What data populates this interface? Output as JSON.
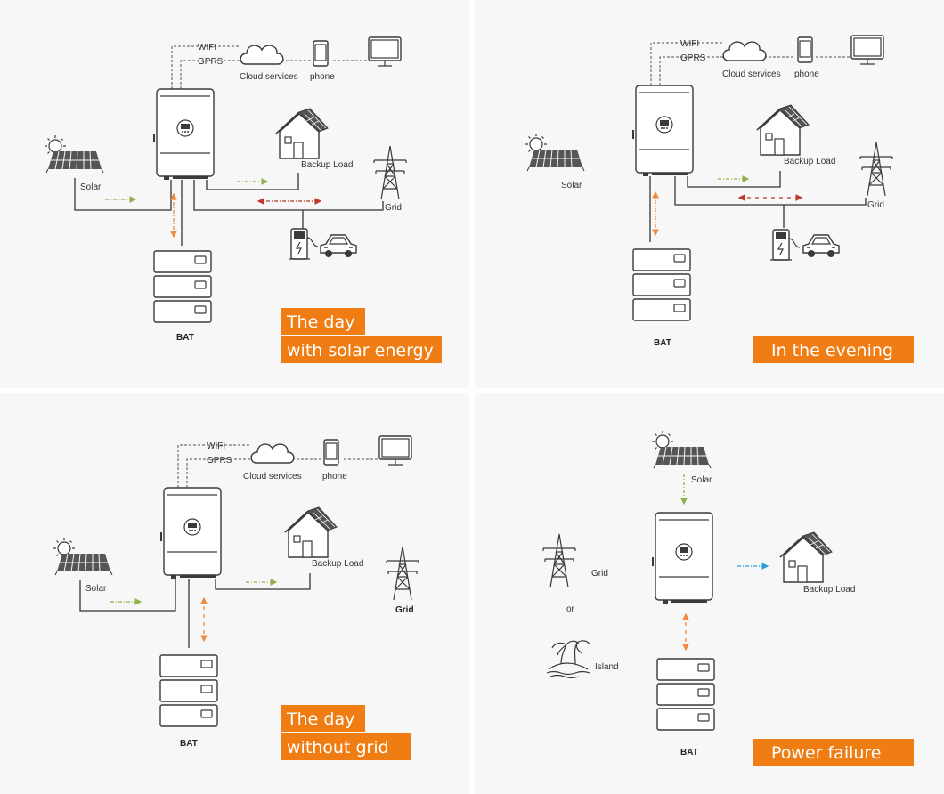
{
  "colors": {
    "panel_bg": "#f7f7f7",
    "accent_orange": "#ef7d13",
    "flow_green": "#8fb04a",
    "flow_red": "#c0392b",
    "flow_orange": "#f08a3c",
    "flow_blue": "#2d9fd8"
  },
  "labels": {
    "wifi": "WIFI",
    "gprs": "GPRS",
    "cloud": "Cloud services",
    "phone": "phone",
    "solar": "Solar",
    "backup_load": "Backup Load",
    "grid": "Grid",
    "bat": "BAT",
    "or": "or",
    "island": "Island"
  },
  "panels": [
    {
      "id": "day-solar",
      "title_lines": [
        "The day",
        "with solar energy"
      ]
    },
    {
      "id": "evening",
      "title_lines": [
        "In the evening"
      ]
    },
    {
      "id": "day-no-grid",
      "title_lines": [
        "The day",
        "without grid"
      ]
    },
    {
      "id": "power-failure",
      "title_lines": [
        "Power failure"
      ]
    }
  ],
  "icons": [
    "sun-solar-panel-icon",
    "inverter-icon",
    "house-icon",
    "pylon-icon",
    "ev-charger-icon",
    "car-icon",
    "battery-stack-icon",
    "cloud-icon",
    "phone-icon",
    "monitor-icon",
    "island-icon"
  ]
}
